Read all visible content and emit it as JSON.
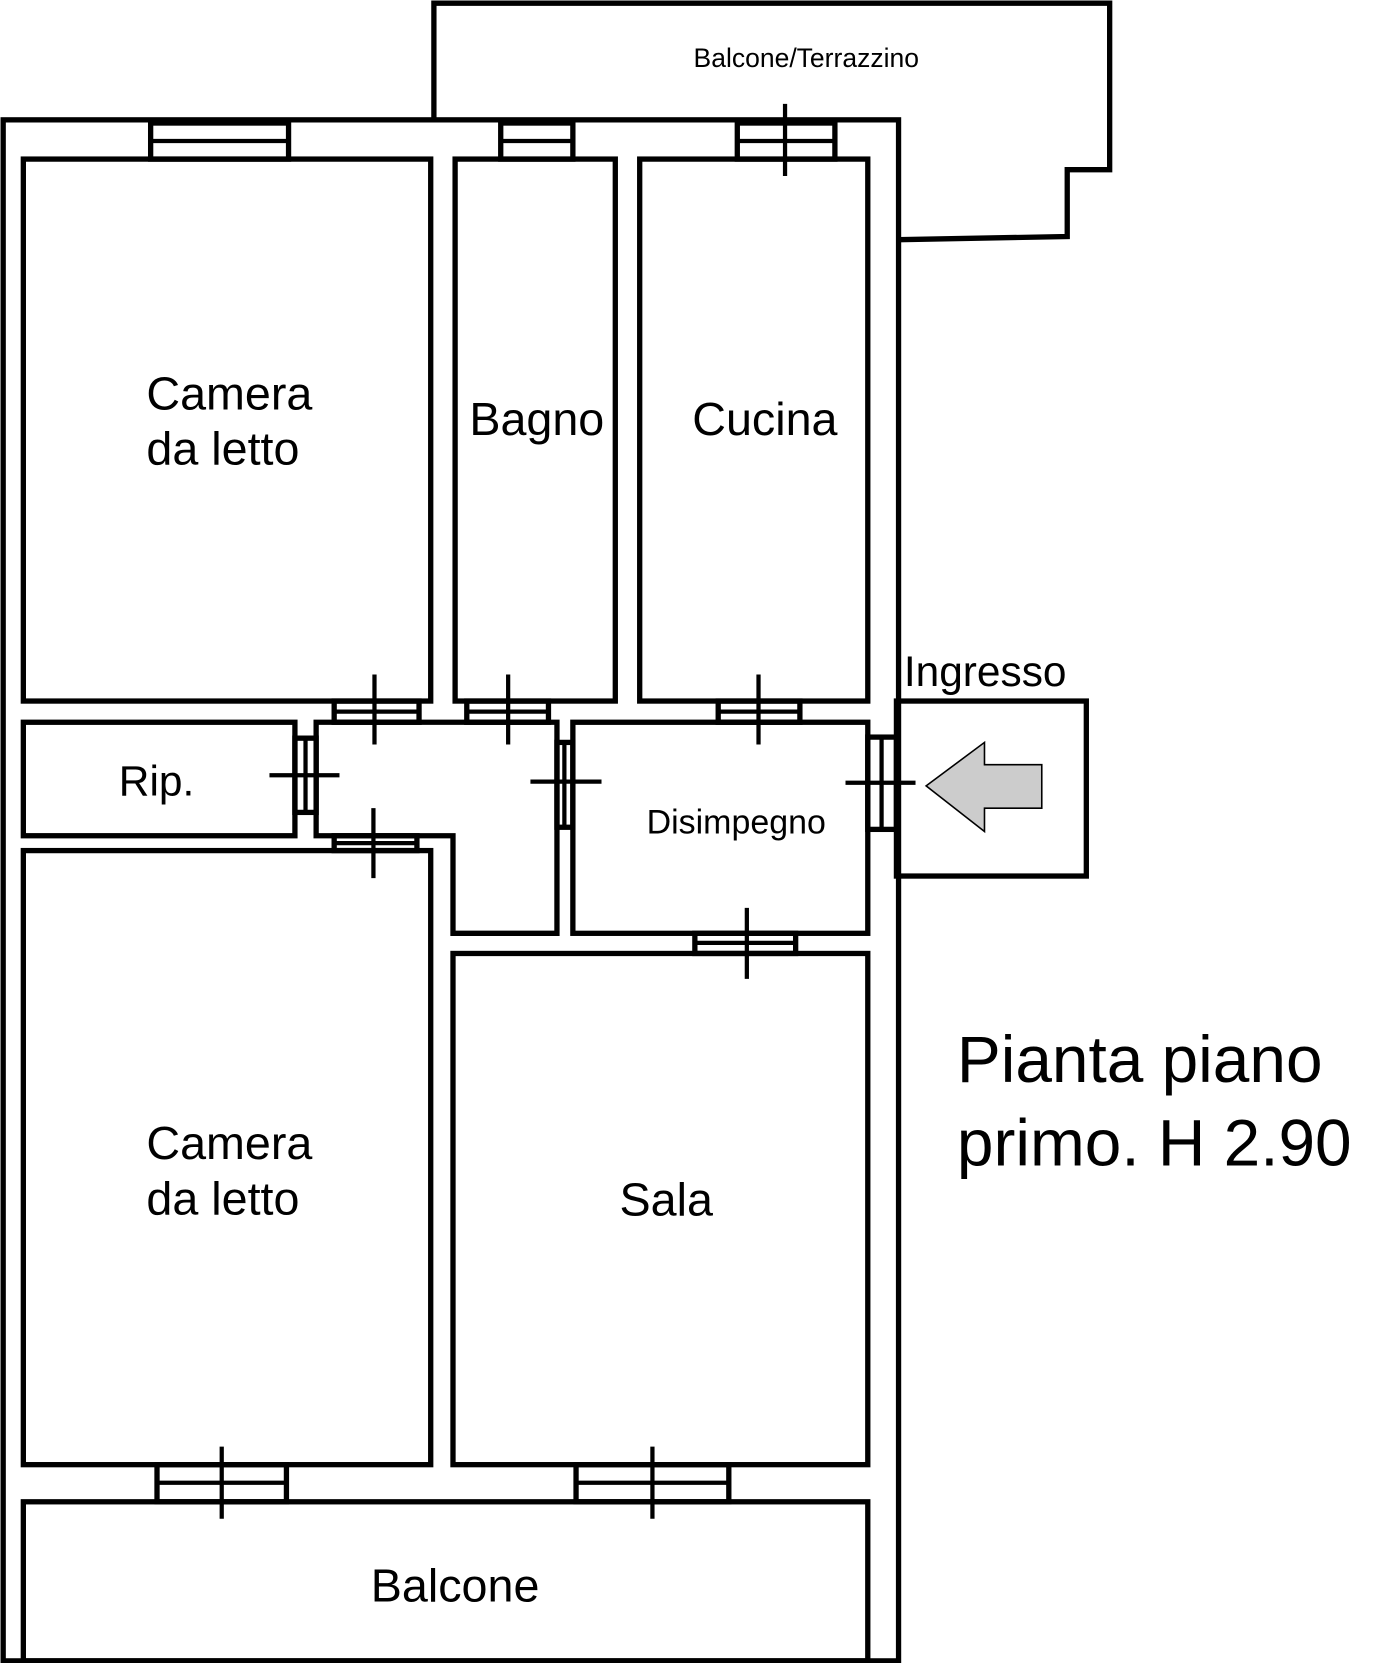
{
  "title": {
    "line1": "Pianta piano",
    "line2": "primo. H 2.90"
  },
  "rooms": {
    "terrace": "Balcone/Terrazzino",
    "bedroom_top": {
      "line1": "Camera",
      "line2": "da letto"
    },
    "bathroom": "Bagno",
    "kitchen": "Cucina",
    "entrance": "Ingresso",
    "storage": "Rip.",
    "hallway": "Disimpegno",
    "bedroom_bottom": {
      "line1": "Camera",
      "line2": "da letto"
    },
    "living": "Sala",
    "balcony": "Balcone"
  },
  "colors": {
    "wall": "#000000",
    "arrow": "#cccccc"
  }
}
